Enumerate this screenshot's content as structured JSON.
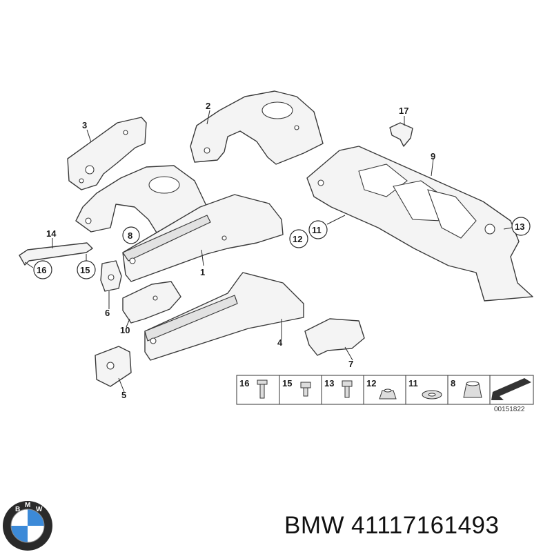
{
  "diagram": {
    "callouts": [
      "1",
      "2",
      "3",
      "4",
      "5",
      "6",
      "7",
      "8",
      "9",
      "10",
      "11",
      "12",
      "13",
      "14",
      "15",
      "16",
      "17"
    ],
    "legend": {
      "items": [
        "16",
        "15",
        "13",
        "12",
        "11",
        "8"
      ],
      "catalog_number": "00151822"
    }
  },
  "footer": {
    "brand_logo_icon": "bmw-roundel-icon",
    "brand": "BMW",
    "part_number": "41117161493"
  }
}
